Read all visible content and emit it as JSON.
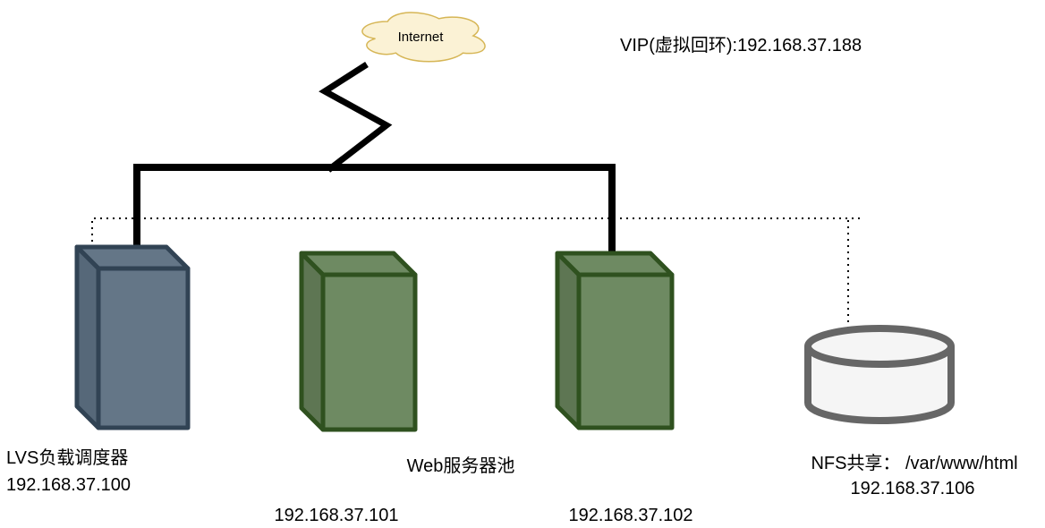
{
  "diagram": {
    "cloud": {
      "label": "Internet"
    },
    "vip_text": "VIP(虚拟回环):192.168.37.188",
    "lvs": {
      "name": "LVS负载调度器",
      "ip": "192.168.37.100"
    },
    "web_pool": {
      "label": "Web服务器池"
    },
    "web1": {
      "ip": "192.168.37.101"
    },
    "web2": {
      "ip": "192.168.37.102"
    },
    "nfs": {
      "name": "NFS共享： /var/www/html",
      "ip": "192.168.37.106"
    },
    "colors": {
      "cloud_fill": "#FBF2D5",
      "cloud_stroke": "#D6B656",
      "lvs_fill": "#647687",
      "lvs_side": "#566879",
      "lvs_stroke": "#314354",
      "web_fill": "#6E8A62",
      "web_side": "#5E7653",
      "web_stroke": "#2F511F",
      "nfs_fill": "#F5F5F5",
      "nfs_stroke": "#666666",
      "link": "#000000"
    }
  }
}
